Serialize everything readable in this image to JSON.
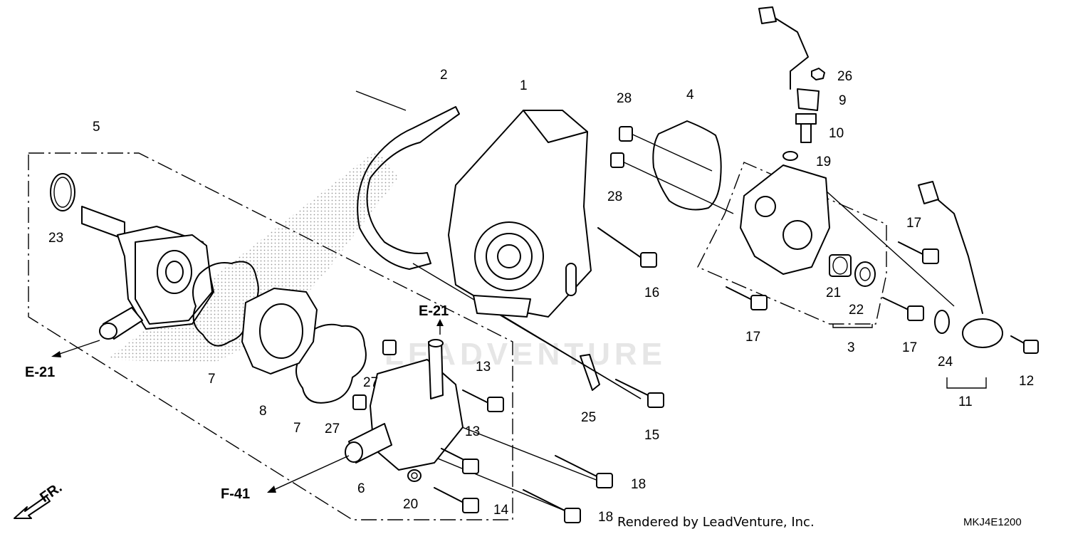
{
  "watermark": "LEADVENTURE",
  "callouts": {
    "c1": "1",
    "c2": "2",
    "c3": "3",
    "c4": "4",
    "c5": "5",
    "c6": "6",
    "c7a": "7",
    "c7b": "7",
    "c8": "8",
    "c9": "9",
    "c10": "10",
    "c11": "11",
    "c12": "12",
    "c13a": "13",
    "c13b": "13",
    "c14": "14",
    "c15": "15",
    "c16": "16",
    "c17a": "17",
    "c17b": "17",
    "c17c": "17",
    "c18a": "18",
    "c18b": "18",
    "c19": "19",
    "c20": "20",
    "c21": "21",
    "c22": "22",
    "c23": "23",
    "c24": "24",
    "c25": "25",
    "c26": "26",
    "c27a": "27",
    "c27b": "27",
    "c28a": "28",
    "c28b": "28"
  },
  "references": {
    "e21_left": "E-21",
    "e21_top": "E-21",
    "f41": "F-41",
    "front_arrow": "FR."
  },
  "footer": {
    "rendered_by": "Rendered by LeadVenture, Inc.",
    "diagram_code": "MKJ4E1200"
  }
}
